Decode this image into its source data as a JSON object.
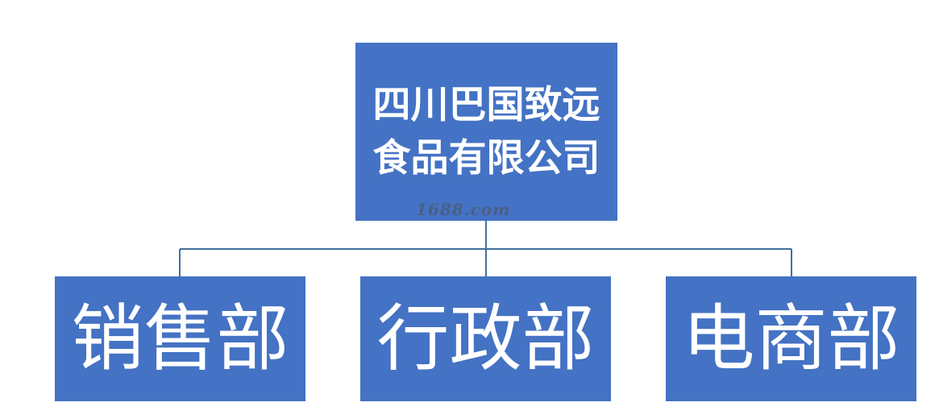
{
  "org_chart": {
    "root": {
      "label": "四川巴国致远食品有限公司"
    },
    "children": [
      {
        "label": "销售部"
      },
      {
        "label": "行政部"
      },
      {
        "label": "电商部"
      }
    ]
  },
  "watermark": {
    "text": "1688.com"
  },
  "colors": {
    "box_fill": "#4472c4",
    "box_text": "#ffffff",
    "connector": "#41719c",
    "background": "#ffffff"
  }
}
